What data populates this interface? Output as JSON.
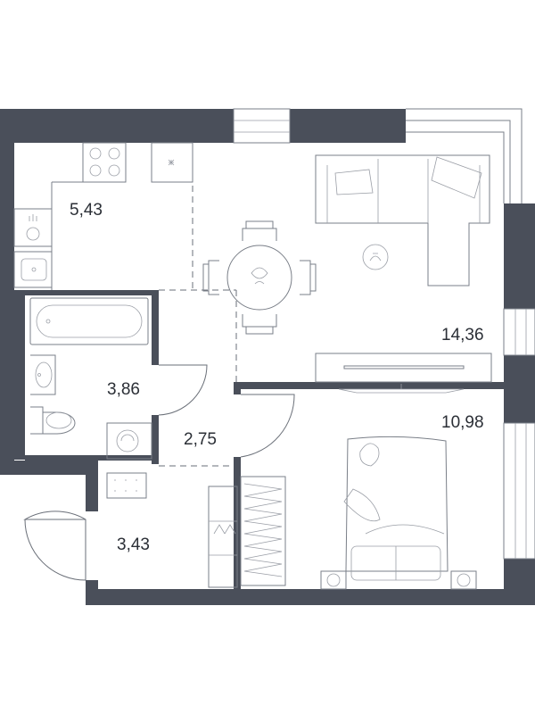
{
  "rooms": [
    {
      "id": "kitchen",
      "area": "5,43"
    },
    {
      "id": "living",
      "area": "14,36"
    },
    {
      "id": "bathroom",
      "area": "3,86"
    },
    {
      "id": "hall",
      "area": "2,75"
    },
    {
      "id": "bedroom",
      "area": "10,98"
    },
    {
      "id": "entrance",
      "area": "3,43"
    }
  ],
  "colors": {
    "wall": "#4a4f5a",
    "line": "#7a7f88",
    "background": "#ffffff"
  }
}
